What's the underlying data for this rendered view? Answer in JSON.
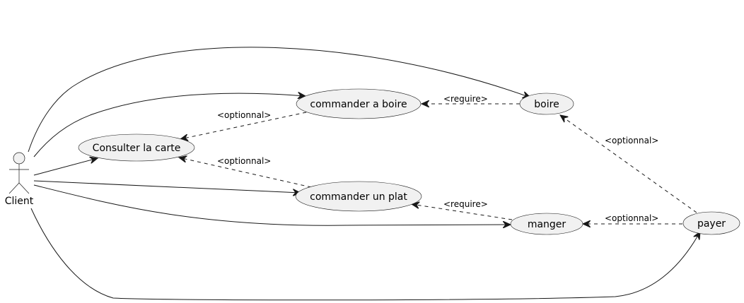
{
  "actor": {
    "name": "Client"
  },
  "use_cases": {
    "consulter": "Consulter la carte",
    "commander_boire": "commander a boire",
    "commander_plat": "commander un plat",
    "boire": "boire",
    "manger": "manger",
    "payer": "payer"
  },
  "relations": {
    "commander_boire_to_consulter": "<optionnal>",
    "commander_plat_to_consulter": "<optionnal>",
    "boire_to_commander_boire": "<require>",
    "manger_to_commander_plat": "<require>",
    "payer_to_boire": "<optionnal>",
    "payer_to_manger": "<optionnal>"
  }
}
